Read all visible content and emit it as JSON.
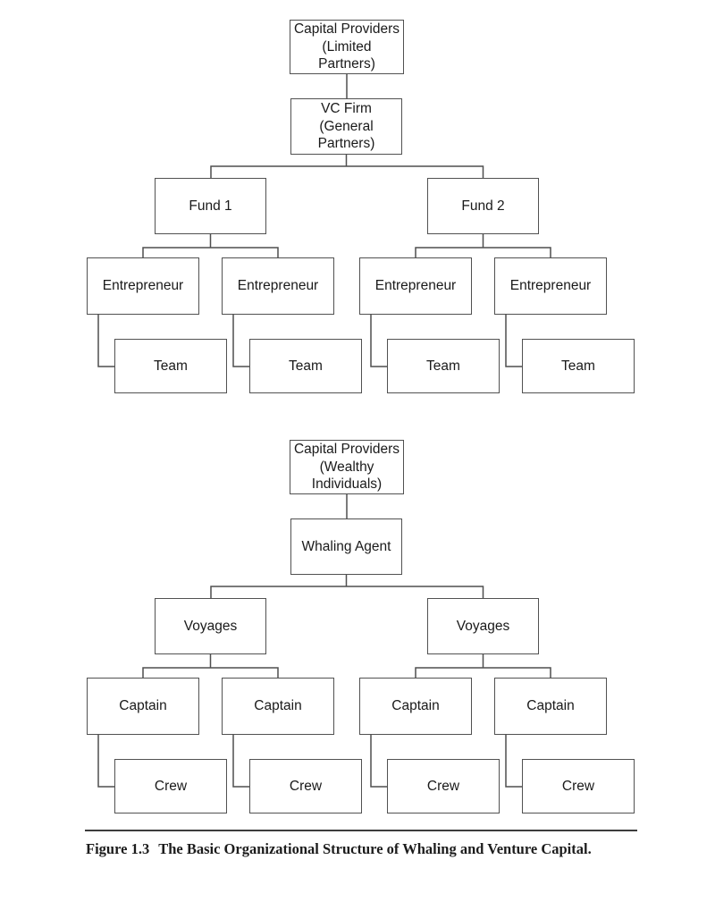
{
  "vc_chart": {
    "capital_providers": "Capital Providers\n(Limited\nPartners)",
    "agent": "VC Firm\n(General\nPartners)",
    "groups": [
      "Fund 1",
      "Fund 2"
    ],
    "leaders": [
      "Entrepreneur",
      "Entrepreneur",
      "Entrepreneur",
      "Entrepreneur"
    ],
    "members": [
      "Team",
      "Team",
      "Team",
      "Team"
    ]
  },
  "whaling_chart": {
    "capital_providers": "Capital Providers\n(Wealthy\nIndividuals)",
    "agent": "Whaling Agent",
    "groups": [
      "Voyages",
      "Voyages"
    ],
    "leaders": [
      "Captain",
      "Captain",
      "Captain",
      "Captain"
    ],
    "members": [
      "Crew",
      "Crew",
      "Crew",
      "Crew"
    ]
  },
  "caption": {
    "label": "Figure 1.3",
    "text": "The Basic Organizational Structure of Whaling and Venture Capital."
  },
  "colors": {
    "line": "#4f4f4f",
    "box_border": "#515151",
    "box_text": "#1a1a1a",
    "caption_text": "#1c1c1c",
    "background": "#ffffff"
  }
}
